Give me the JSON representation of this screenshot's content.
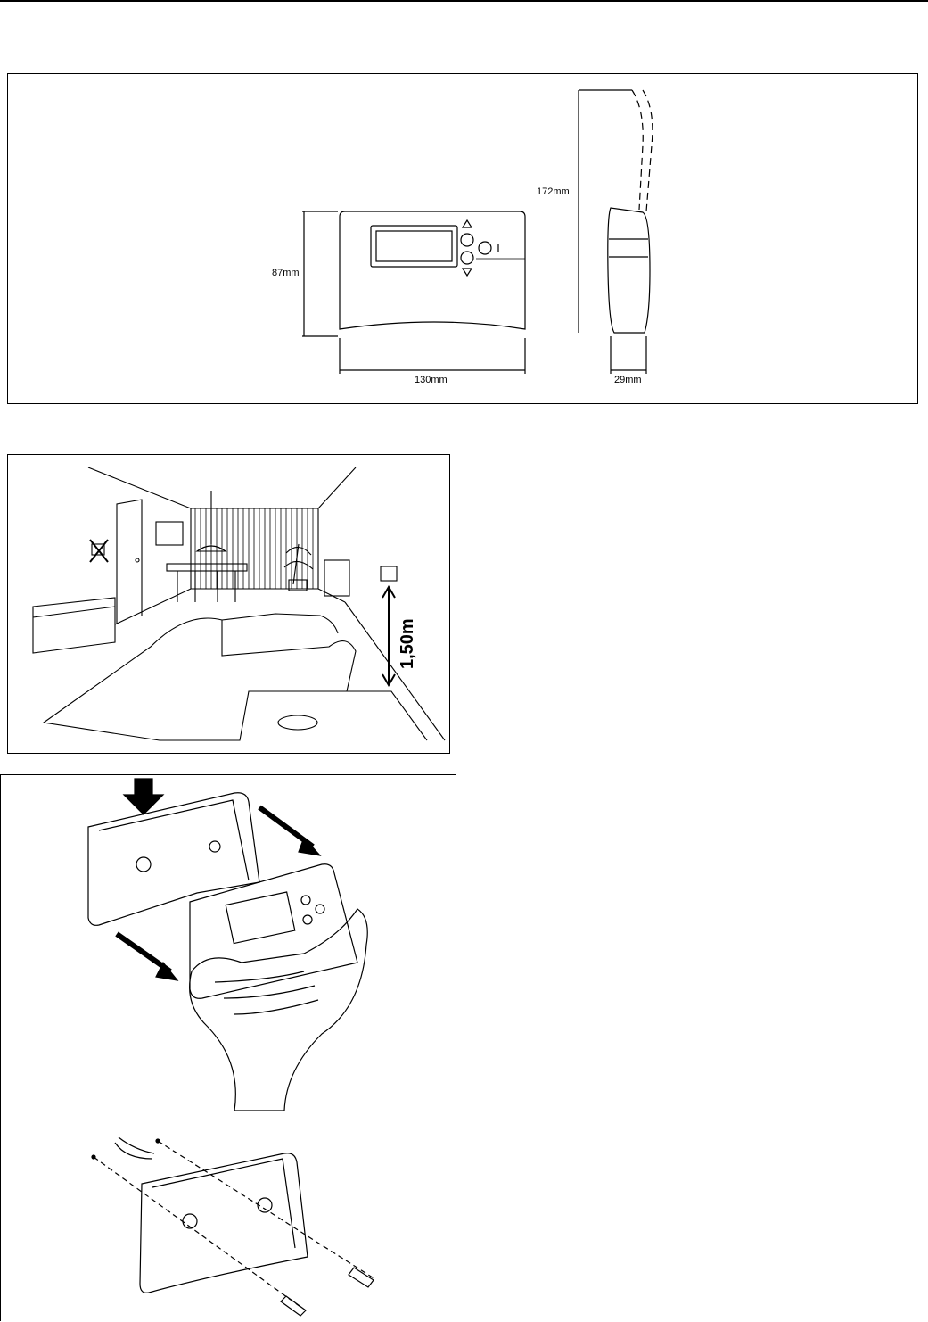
{
  "dimensions_figure": {
    "height_label": "87mm",
    "width_label": "130mm",
    "overall_height_label": "172mm",
    "depth_label": "29mm"
  },
  "room_figure": {
    "mount_height_label": "1,50m"
  },
  "mount_figure": {}
}
